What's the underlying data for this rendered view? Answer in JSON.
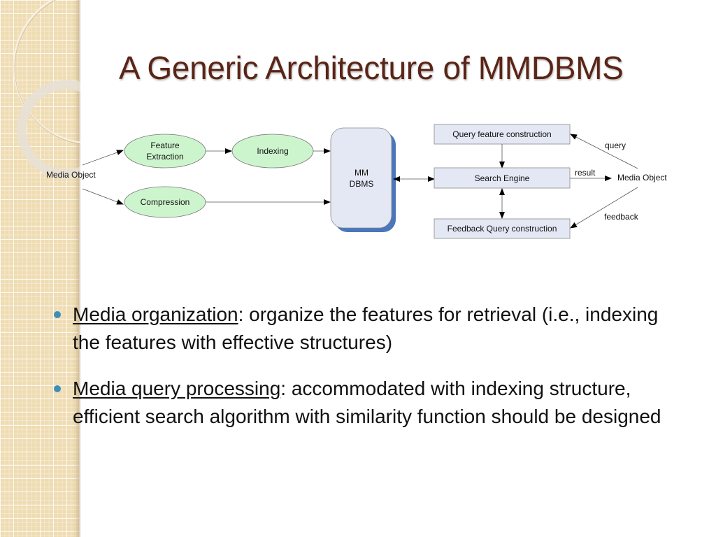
{
  "slide": {
    "title": "A Generic Architecture of MMDBMS",
    "colors": {
      "title": "#5a2416",
      "ellipse_fill": "#cdf5cd",
      "box_fill": "#e4e8f4",
      "dbms_shadow": "#4a76bc",
      "bullet": "#3d8fb8",
      "sidebar": "#efdcb3"
    }
  },
  "diagram": {
    "input_label": "Media Object",
    "nodes": {
      "feature_extraction": "Feature Extraction",
      "feature_extraction_line1": "Feature",
      "feature_extraction_line2": "Extraction",
      "indexing": "Indexing",
      "compression": "Compression",
      "mmdbms_line1": "MM",
      "mmdbms_line2": "DBMS",
      "query_feature_construction": "Query feature construction",
      "search_engine": "Search Engine",
      "feedback_query_construction": "Feedback Query construction",
      "output_label": "Media Object"
    },
    "edge_labels": {
      "query": "query",
      "result": "result",
      "feedback": "feedback"
    }
  },
  "bullets": [
    {
      "term": "Media organization",
      "text": ": organize the features for retrieval (i.e., indexing the features with effective structures)"
    },
    {
      "term": "Media query processing",
      "text": ": accommodated with indexing structure, efficient search algorithm with similarity function should be designed"
    }
  ]
}
